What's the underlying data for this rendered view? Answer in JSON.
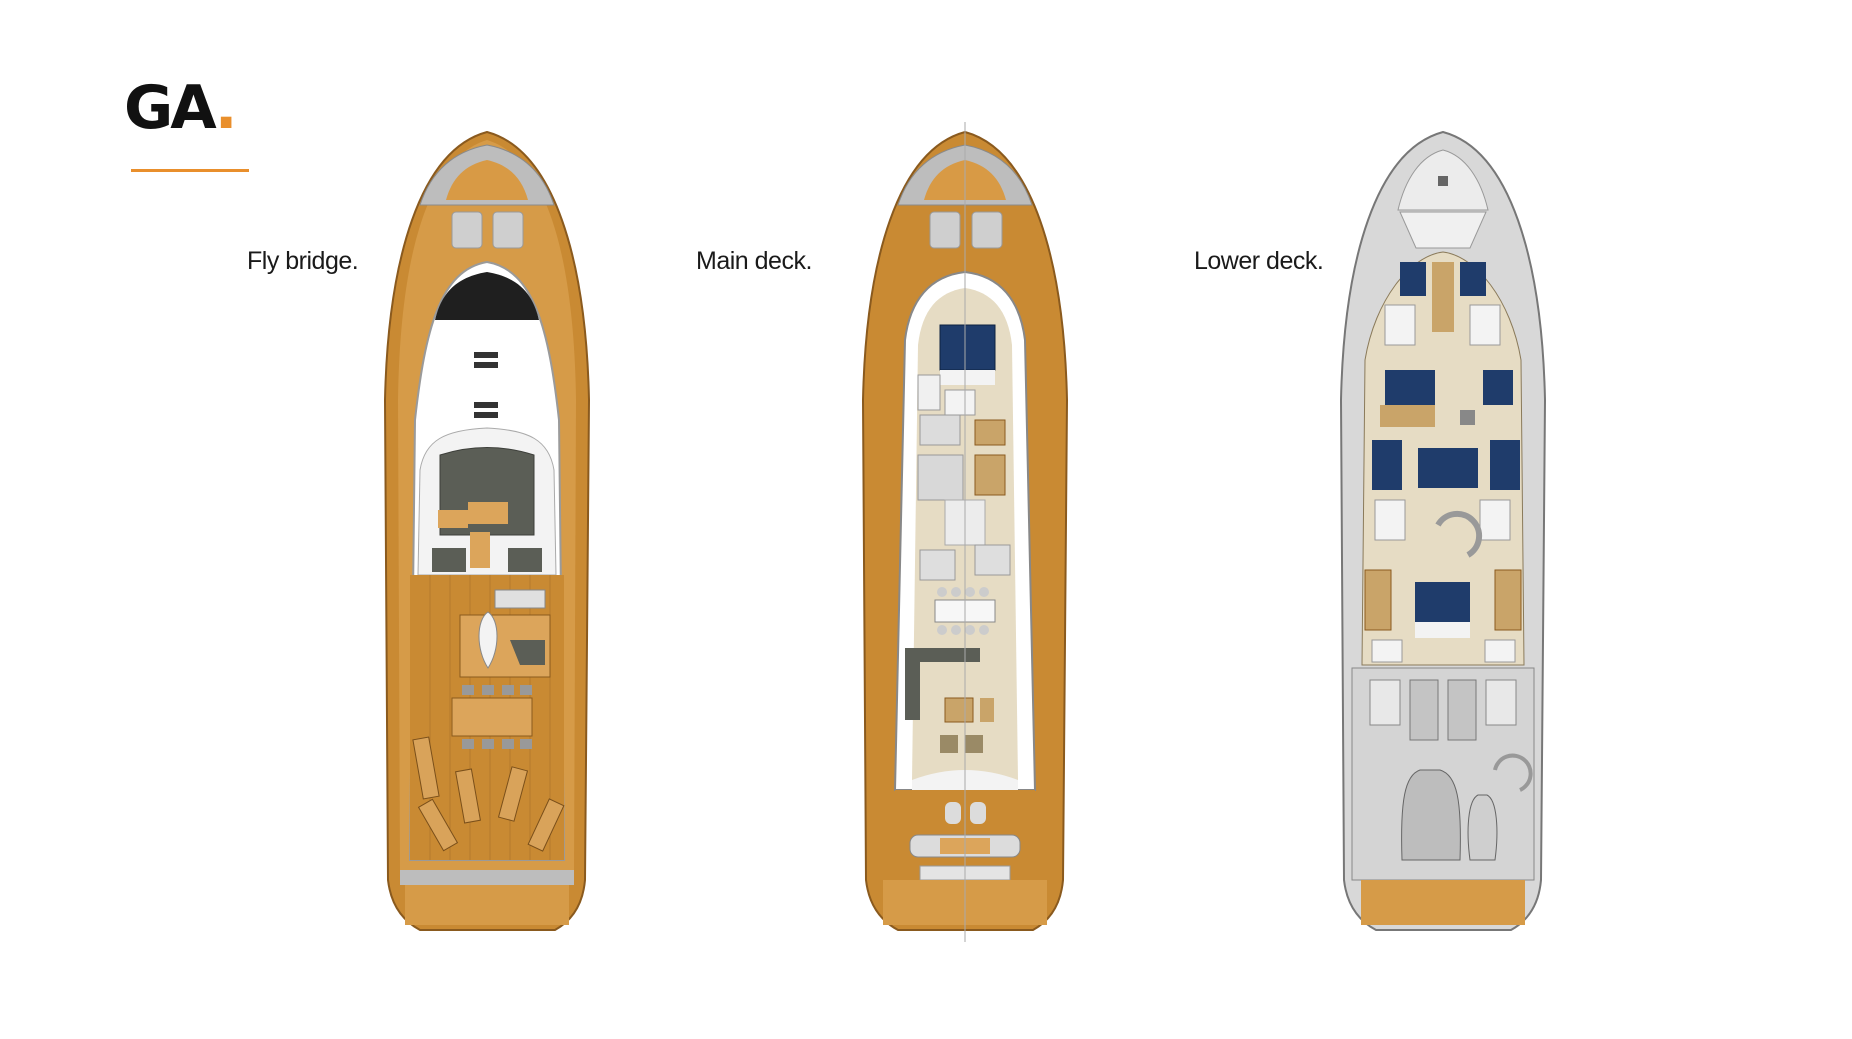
{
  "title": {
    "text": "GA",
    "dot": "."
  },
  "decks": [
    {
      "label": "Fly bridge."
    },
    {
      "label": "Main deck."
    },
    {
      "label": "Lower deck."
    }
  ],
  "colors": {
    "accent": "#e98f2c",
    "teak": "#c98a33",
    "teak_light": "#dca55b",
    "hull_grey": "#d8d8d8",
    "white_deck": "#ffffff",
    "upholstery_grey": "#5b5e56",
    "bed_navy": "#1f3c6b",
    "interior_beige": "#e6dcc4"
  }
}
